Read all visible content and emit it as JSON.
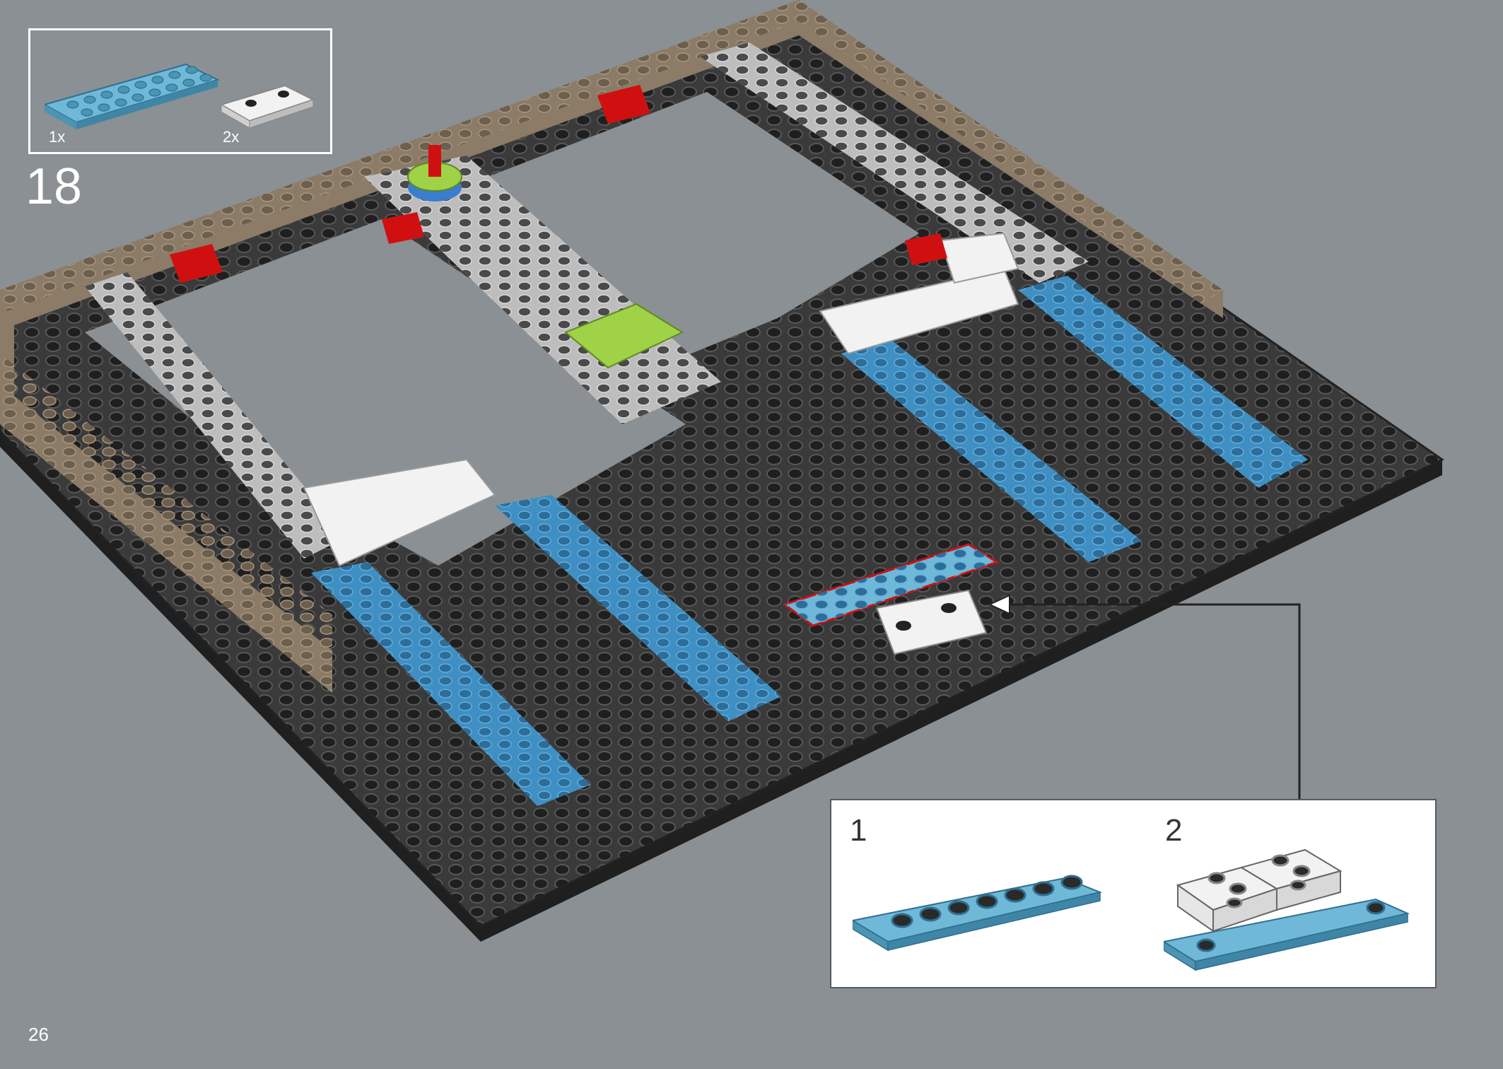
{
  "parts": {
    "items": [
      {
        "quantity": "1x",
        "part": "plate-2x8",
        "color": "#6fb8d8"
      },
      {
        "quantity": "2x",
        "part": "plate-2x2-center-stud",
        "color": "#f2f2f2"
      }
    ]
  },
  "step": {
    "number": "18"
  },
  "page": {
    "number": "26"
  },
  "subassembly": {
    "steps": [
      {
        "label": "1"
      },
      {
        "label": "2"
      }
    ]
  },
  "colors": {
    "background": "#8a9093",
    "baseplate": "#2e2e2e",
    "tan": "#8b7b67",
    "light_gray": "#bdbdbd",
    "blue": "#3f8fc2",
    "medium_azure": "#6fb8d8",
    "white": "#f2f2f2",
    "red": "#d01010",
    "lime": "#9fd246",
    "highlight": "#d01010"
  }
}
